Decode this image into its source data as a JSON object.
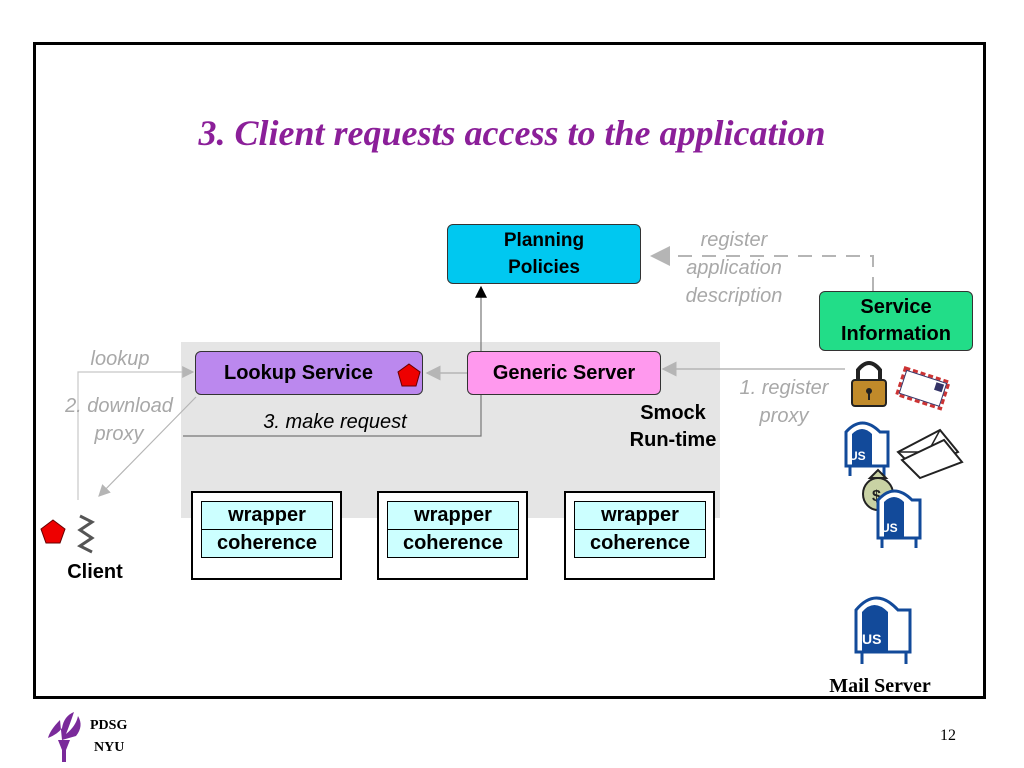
{
  "title": "3. Client requests access to the application",
  "nodes": {
    "planning_policies": "Planning Policies",
    "service_information": "Service Information",
    "lookup_service": "Lookup Service",
    "generic_server": "Generic Server",
    "smock_runtime": "Smock Run-time",
    "client": "Client",
    "mail_server": "Mail Server"
  },
  "labels": {
    "register_app": "register application description",
    "lookup": "lookup",
    "download_proxy": "2. download proxy",
    "make_request": "3. make request",
    "register_proxy": "1. register proxy"
  },
  "wrappers": [
    {
      "top": "wrapper",
      "bottom": "coherence"
    },
    {
      "top": "wrapper",
      "bottom": "coherence"
    },
    {
      "top": "wrapper",
      "bottom": "coherence"
    }
  ],
  "footer": {
    "org_line1": "PDSG",
    "org_line2": "NYU",
    "page_number": "12"
  },
  "colors": {
    "title": "#8b1f99",
    "planning": "#00c8f0",
    "service": "#22dd88",
    "lookup": "#bb88ee",
    "generic": "#ff99ee",
    "wrapper": "#ccffff",
    "proxy": "#ee0000"
  }
}
